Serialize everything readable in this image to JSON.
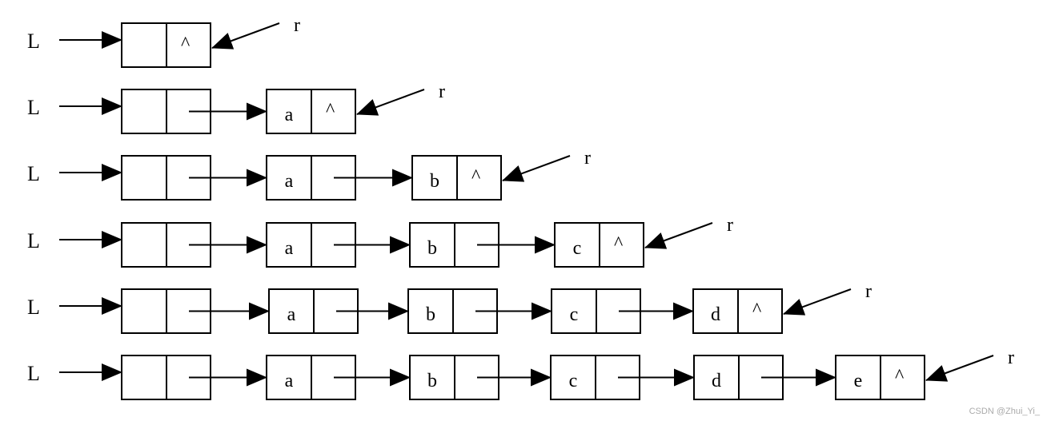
{
  "diagram": {
    "rows": [
      {
        "head_label": "L",
        "nodes": [
          {
            "data": "",
            "ptr": "^"
          }
        ],
        "tail_label": "r"
      },
      {
        "head_label": "L",
        "nodes": [
          {
            "data": "",
            "ptr": ""
          },
          {
            "data": "a",
            "ptr": "^"
          }
        ],
        "tail_label": "r"
      },
      {
        "head_label": "L",
        "nodes": [
          {
            "data": "",
            "ptr": ""
          },
          {
            "data": "a",
            "ptr": ""
          },
          {
            "data": "b",
            "ptr": "^"
          }
        ],
        "tail_label": "r"
      },
      {
        "head_label": "L",
        "nodes": [
          {
            "data": "",
            "ptr": ""
          },
          {
            "data": "a",
            "ptr": ""
          },
          {
            "data": "b",
            "ptr": ""
          },
          {
            "data": "c",
            "ptr": "^"
          }
        ],
        "tail_label": "r"
      },
      {
        "head_label": "L",
        "nodes": [
          {
            "data": "",
            "ptr": ""
          },
          {
            "data": "a",
            "ptr": ""
          },
          {
            "data": "b",
            "ptr": ""
          },
          {
            "data": "c",
            "ptr": ""
          },
          {
            "data": "d",
            "ptr": "^"
          }
        ],
        "tail_label": "r"
      },
      {
        "head_label": "L",
        "nodes": [
          {
            "data": "",
            "ptr": ""
          },
          {
            "data": "a",
            "ptr": ""
          },
          {
            "data": "b",
            "ptr": ""
          },
          {
            "data": "c",
            "ptr": ""
          },
          {
            "data": "d",
            "ptr": ""
          },
          {
            "data": "e",
            "ptr": "^"
          }
        ],
        "tail_label": "r"
      }
    ],
    "colors": {
      "stroke": "#000000",
      "background": "#ffffff",
      "watermark": "#aaaaaa"
    }
  },
  "watermark": "CSDN @Zhui_Yi_"
}
